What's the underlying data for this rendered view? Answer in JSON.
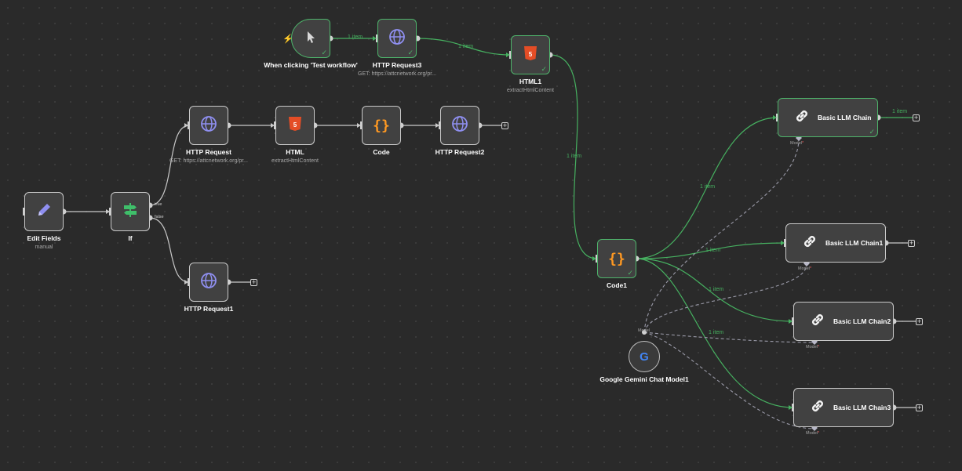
{
  "colors": {
    "canvas": "#2a2a2a",
    "edge_active": "#46b060",
    "edge": "#c9c9c9",
    "model_edge": "#9a9aa8",
    "trigger": "#ff6d5a"
  },
  "nodes": {
    "trigger": {
      "title": "When clicking 'Test workflow'",
      "icon": "cursor-icon",
      "status": "success"
    },
    "http3": {
      "title": "HTTP Request3",
      "subtitle": "GET: https://attcnetwork.org/pr...",
      "icon": "globe-icon",
      "status": "success"
    },
    "html1": {
      "title": "HTML1",
      "subtitle": "extractHtmlContent",
      "icon": "html5-icon",
      "status": "success"
    },
    "editFields": {
      "title": "Edit Fields",
      "subtitle": "manual",
      "icon": "pencil-icon"
    },
    "if": {
      "title": "If",
      "icon": "signpost-icon",
      "output_true": "true",
      "output_false": "false"
    },
    "httpRequest": {
      "title": "HTTP Request",
      "subtitle": "GET: https://attcnetwork.org/pr...",
      "icon": "globe-icon"
    },
    "html": {
      "title": "HTML",
      "subtitle": "extractHtmlContent",
      "icon": "html5-icon"
    },
    "code": {
      "title": "Code",
      "icon": "braces-icon"
    },
    "http2": {
      "title": "HTTP Request2",
      "icon": "globe-icon"
    },
    "http1": {
      "title": "HTTP Request1",
      "icon": "globe-icon"
    },
    "code1": {
      "title": "Code1",
      "icon": "braces-icon",
      "status": "success"
    },
    "llm0": {
      "title": "Basic LLM Chain",
      "icon": "link-icon",
      "status": "success",
      "model_label": "Model",
      "required_mark": "*",
      "output_label": "1 item"
    },
    "llm1": {
      "title": "Basic LLM Chain1",
      "icon": "link-icon",
      "model_label": "Model",
      "required_mark": "*"
    },
    "llm2": {
      "title": "Basic LLM Chain2",
      "icon": "link-icon",
      "model_label": "Model",
      "required_mark": "*"
    },
    "llm3": {
      "title": "Basic LLM Chain3",
      "icon": "link-icon",
      "model_label": "Model",
      "required_mark": "*"
    },
    "gemini": {
      "title": "Google Gemini Chat Model1",
      "icon": "google-icon",
      "glyph": "G",
      "model_label": "Model"
    }
  },
  "edge_labels": {
    "trigger_http3": "1 item",
    "http3_html1": "1 item",
    "html1_code1": "1 item",
    "code1_llm0": "1 item",
    "code1_llm1": "1 item",
    "code1_llm2": "1 item",
    "code1_llm3": "1 item"
  },
  "add_button_glyph": "+",
  "success_glyph": "✓",
  "trigger_glyph": "⚡"
}
